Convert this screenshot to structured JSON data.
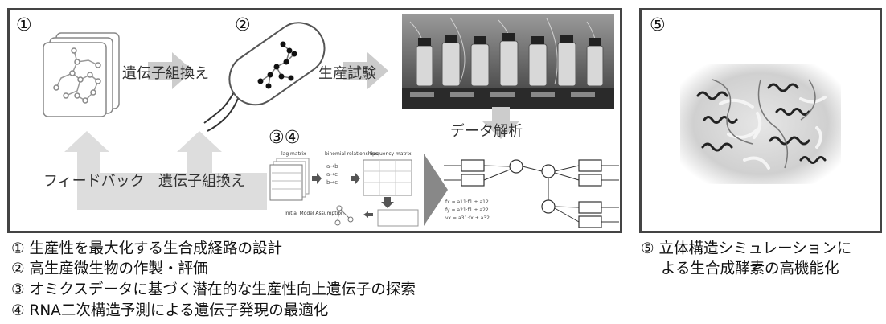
{
  "panel_main": {
    "step_labels": [
      "①",
      "②",
      "③④"
    ],
    "arrow_labels": {
      "gene_recomb_top": "遺伝子組換え",
      "production_test": "生産試験",
      "data_analysis": "データ解析",
      "feedback": "フィードバック",
      "gene_recomb_bottom": "遺伝子組換え"
    },
    "analysis_small_text": {
      "lag_matrix": "lag matrix",
      "binomial": "binomial relationships",
      "frequency_matrix": "frequency matrix",
      "initial_model": "Initial Model Assumption"
    }
  },
  "panel_five": {
    "step_label": "⑤"
  },
  "captions_left": [
    "① 生産性を最大化する生合成経路の設計",
    "② 高生産微生物の作製・評価",
    "③ オミクスデータに基づく潜在的な生産性向上遺伝子の探索",
    "④ RNA二次構造予測による遺伝子発現の最適化"
  ],
  "captions_right": [
    "⑤ 立体構造シミュレーションに",
    "よる生合成酵素の高機能化"
  ],
  "colors": {
    "border": "#444444",
    "arrow": "#cccccc"
  }
}
